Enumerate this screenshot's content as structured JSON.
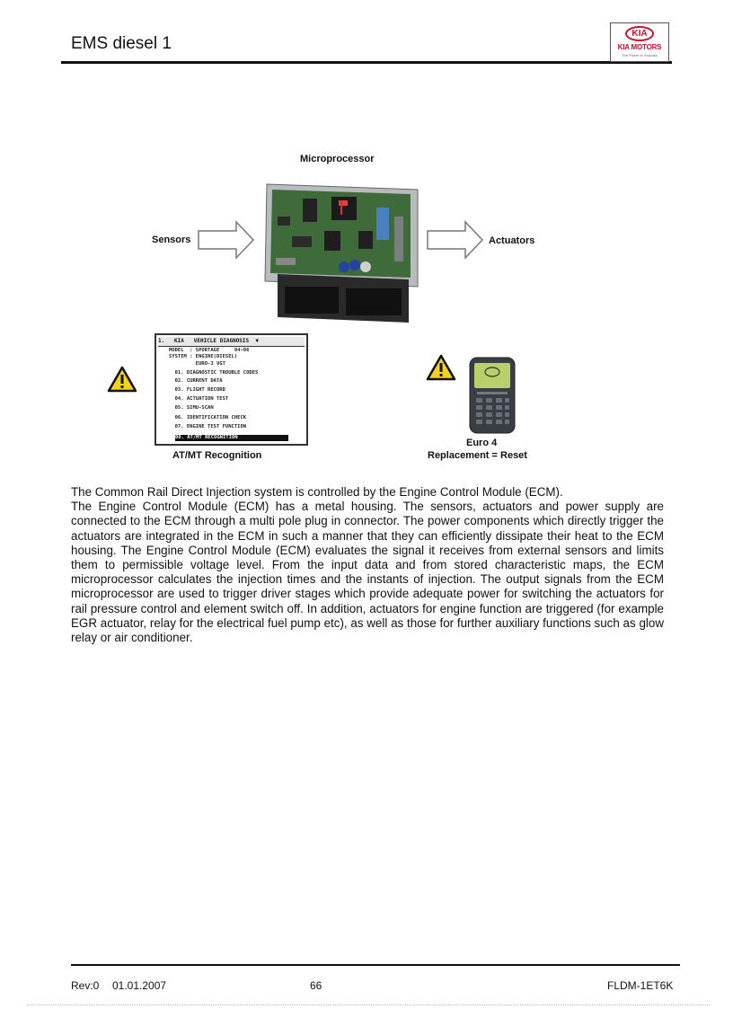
{
  "header": {
    "title": "EMS diesel 1",
    "logo": {
      "brand": "KIA",
      "name": "KIA MOTORS",
      "tagline": "The Power to Surprise",
      "color": "#c8102e"
    }
  },
  "figure": {
    "microprocessor_label": "Microprocessor",
    "sensors_label": "Sensors",
    "actuators_label": "Actuators",
    "screen": {
      "title": "1.   KIA   VEHICLE DIAGNOSIS  ▼",
      "lines": [
        "MODEL  : SPORTAGE     04-06",
        "SYSTEM : ENGINE(DIESEL)",
        "         EURO-3 VGT",
        "  01. DIAGNOSTIC TROUBLE CODES",
        "  02. CURRENT DATA",
        "  03. FLIGHT RECORD",
        "  04. ACTUATION TEST",
        "  05. SIMU-SCAN",
        "  06. IDENTIFICATION CHECK",
        "  07. ENGINE TEST FUNCTION"
      ],
      "selected": "08. AT/MT RECOGNITION"
    },
    "screen_caption": "AT/MT Recognition",
    "scanner_caption_1": "Euro 4",
    "scanner_caption_2": "Replacement = Reset",
    "warning_icon": "warning-triangle-icon"
  },
  "body": {
    "paragraph_1": "The Common Rail Direct Injection system is controlled by the Engine Control Module (ECM).",
    "paragraph_2": "The Engine Control Module (ECM) has a metal housing. The sensors, actuators and power supply are connected to the ECM through a multi pole plug in connector. The power components which directly trigger the actuators are integrated in the ECM in such a manner that they can efficiently dissipate their heat to the ECM housing. The Engine Control Module (ECM) evaluates the signal it receives from external sensors and limits them to permissible voltage level. From the input data and from stored characteristic maps, the ECM microprocessor calculates the injection times and the instants of injection. The output signals from the ECM microprocessor are used to trigger driver stages which provide adequate power for switching the actuators for rail pressure control and element switch off. In addition, actuators for engine function are triggered (for example EGR actuator, relay for the electrical fuel pump etc), as well as those for further auxiliary functions such as glow relay or air conditioner."
  },
  "footer": {
    "revision": "Rev:0",
    "date": "01.01.2007",
    "page_number": "66",
    "doc_code": "FLDM-1ET6K"
  }
}
